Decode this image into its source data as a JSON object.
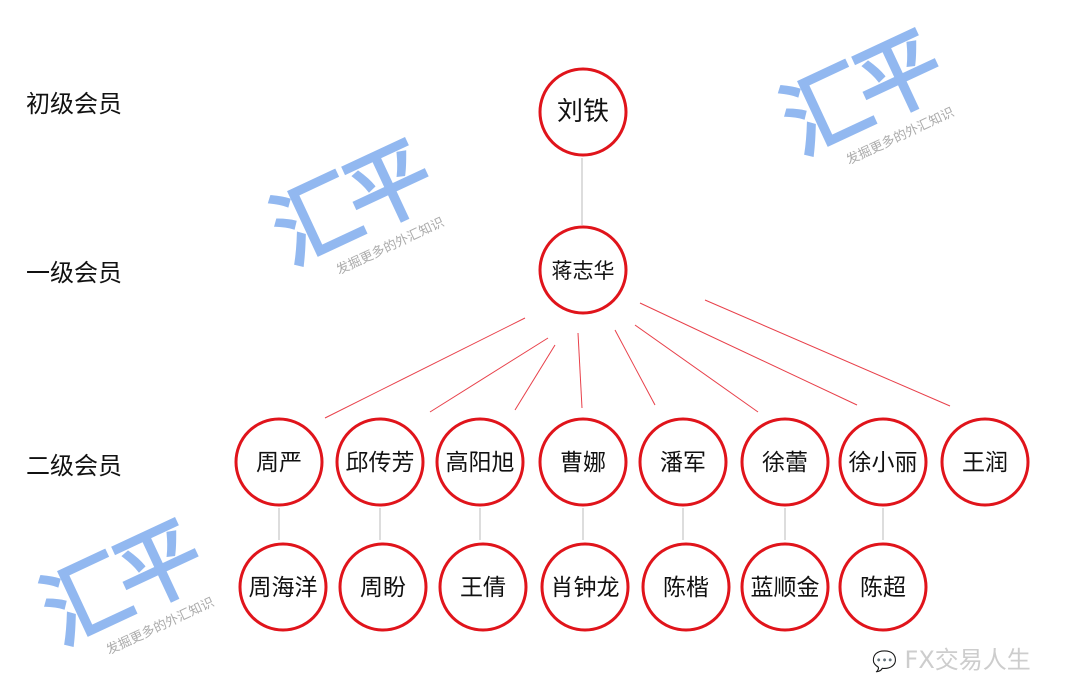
{
  "levels": [
    {
      "label": "初级会员"
    },
    {
      "label": "一级会员"
    },
    {
      "label": "二级会员"
    }
  ],
  "colors": {
    "node_stroke": "#e0141b",
    "edge": "#e8404a",
    "connector": "#bbbbbb",
    "watermark": "#6ea0eb"
  },
  "tree": {
    "root": "刘铁",
    "level1": "蒋志华",
    "level2": [
      "周严",
      "邱传芳",
      "高阳旭",
      "曹娜",
      "潘军",
      "徐蕾",
      "徐小丽",
      "王润"
    ],
    "level3": [
      {
        "name": "周海洋",
        "parent": 0
      },
      {
        "name": "周盼",
        "parent": 1
      },
      {
        "name": "王倩",
        "parent": 2
      },
      {
        "name": "肖钟龙",
        "parent": 3
      },
      {
        "name": "陈楷",
        "parent": 4
      },
      {
        "name": "蓝顺金",
        "parent": 5
      },
      {
        "name": "陈超",
        "parent": 6
      }
    ]
  },
  "watermark": {
    "logo": "汇平",
    "tagline": "发掘更多的外汇知识",
    "brand": "FX交易人生"
  }
}
